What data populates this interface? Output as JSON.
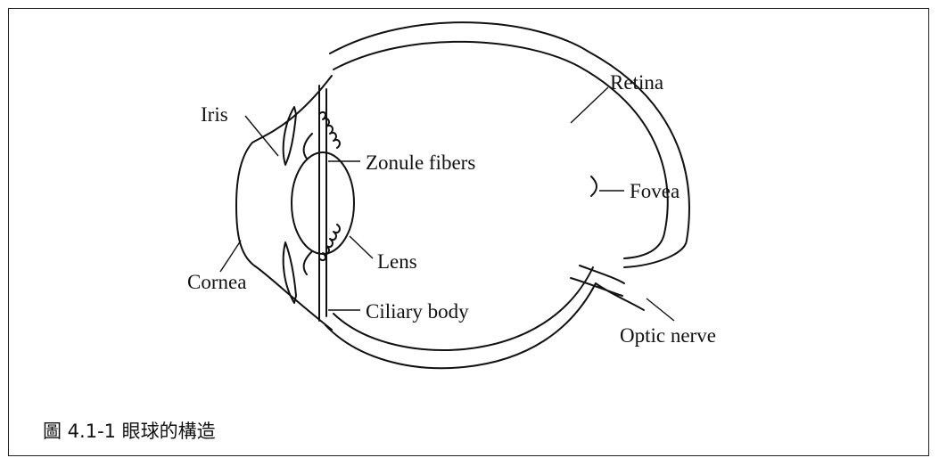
{
  "labels": {
    "iris": "Iris",
    "zonule": "Zonule fibers",
    "retina": "Retina",
    "fovea": "Fovea",
    "lens": "Lens",
    "cornea": "Cornea",
    "ciliary": "Ciliary body",
    "optic": "Optic nerve"
  },
  "caption": "圖 4.1-1 眼球的構造"
}
